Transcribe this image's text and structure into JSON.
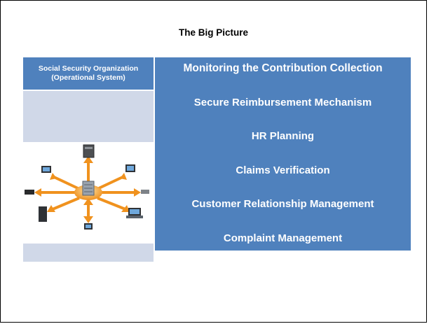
{
  "slide": {
    "title": "The Big Picture"
  },
  "left_panel": {
    "header_line1": "Social Security Organization",
    "header_line2": "(Operational System)",
    "image_icon": "network-diagram-icon"
  },
  "right_panel": {
    "items": [
      "Monitoring the Contribution Collection",
      "Secure Reimbursement Mechanism",
      "HR Planning",
      "Claims Verification",
      "Customer Relationship Management",
      "Complaint Management"
    ]
  },
  "colors": {
    "header_blue": "#4f81bd",
    "light_lavender": "#d0d8e8",
    "arrow_orange": "#f0921e"
  }
}
